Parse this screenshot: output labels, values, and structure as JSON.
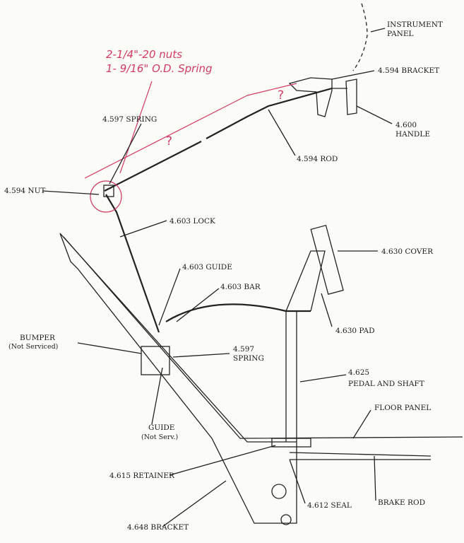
{
  "handwritten_note": {
    "line1": "2-1/4\"-20 nuts",
    "line2": "1- 9/16\" O.D. Spring",
    "unknown_length_1": "?",
    "unknown_length_2": "?"
  },
  "labels": {
    "instrument_panel_1": "INSTRUMENT",
    "instrument_panel_2": "PANEL",
    "bracket_4594": "4.594 BRACKET",
    "handle_num": "4.600",
    "handle": "HANDLE",
    "spring_4597_top": "4.597 SPRING",
    "rod_4594": "4.594 ROD",
    "nut_4594": "4.594 NUT",
    "lock_4603": "4.603 LOCK",
    "cover_4630": "4.630 COVER",
    "guide_4603": "4.603 GUIDE",
    "bar_4603": "4.603 BAR",
    "pad_4630": "4.630 PAD",
    "bumper": "BUMPER",
    "bumper_note": "(Not Serviced)",
    "spring_4597_num": "4.597",
    "spring_4597_word": "SPRING",
    "pedal_num": "4.625",
    "pedal": "PEDAL AND SHAFT",
    "floor_panel": "FLOOR PANEL",
    "guide": "GUIDE",
    "guide_note": "(Not Serv.)",
    "retainer_4615": "4.615 RETAINER",
    "seal_4612": "4.612 SEAL",
    "brake_rod": "BRAKE ROD",
    "bracket_4648": "4.648 BRACKET"
  }
}
